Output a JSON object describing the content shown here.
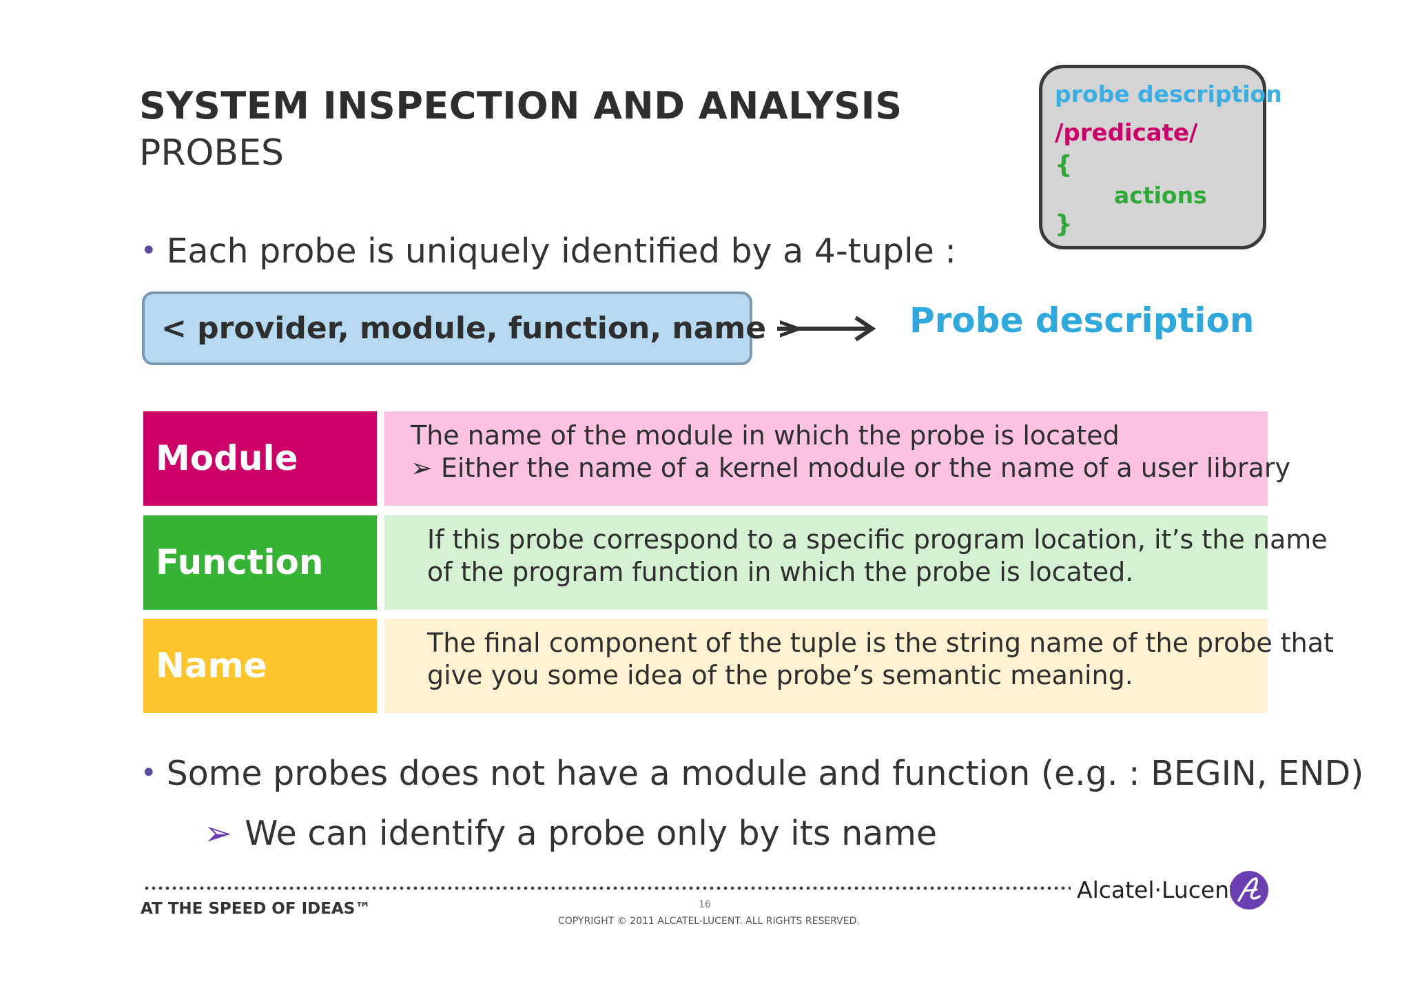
{
  "header": {
    "title": "SYSTEM INSPECTION AND ANALYSIS",
    "subtitle": "PROBES"
  },
  "code_box": {
    "line1": "probe description",
    "line2": "/predicate/",
    "line3": "{",
    "line4": "actions",
    "line5": "}",
    "colors": {
      "description": "#3aaee0",
      "predicate": "#cc0066",
      "actions": "#2fa83a"
    }
  },
  "bullets": {
    "first": "Each probe is uniquely identified by a 4-tuple :",
    "second": "Some probes does not have a module and function (e.g. : BEGIN, END)",
    "second_sub": "We can identify a probe only by its name"
  },
  "tuple": {
    "text": "< provider, module, function, name >",
    "target_label": "Probe description"
  },
  "table": {
    "rows": [
      {
        "label": "Module",
        "line1": "The name of the module in which the probe is located",
        "line2": "Either the name of a kernel module or the name of a user library",
        "label_color": "#cc0066",
        "desc_color": "#fbc2e1"
      },
      {
        "label": "Function",
        "line1": "If this probe correspond to a specific program location, it’s the name",
        "line2": "of the program function in which the probe is located.",
        "label_color": "#36b335",
        "desc_color": "#d6f0d4"
      },
      {
        "label": "Name",
        "line1": "The final component of the tuple is the string name of the probe that",
        "line2": "give you some idea of the probe’s semantic meaning.",
        "label_color": "#fcc52c",
        "desc_color": "#fdf2d2"
      }
    ]
  },
  "footer": {
    "tagline": "AT THE SPEED OF IDEAS™",
    "page_number": "16",
    "copyright": "COPYRIGHT © 2011 ALCATEL-LUCENT.  ALL RIGHTS RESERVED.",
    "brand": "Alcatel·Lucent",
    "logo_color": "#6a3fb2"
  }
}
